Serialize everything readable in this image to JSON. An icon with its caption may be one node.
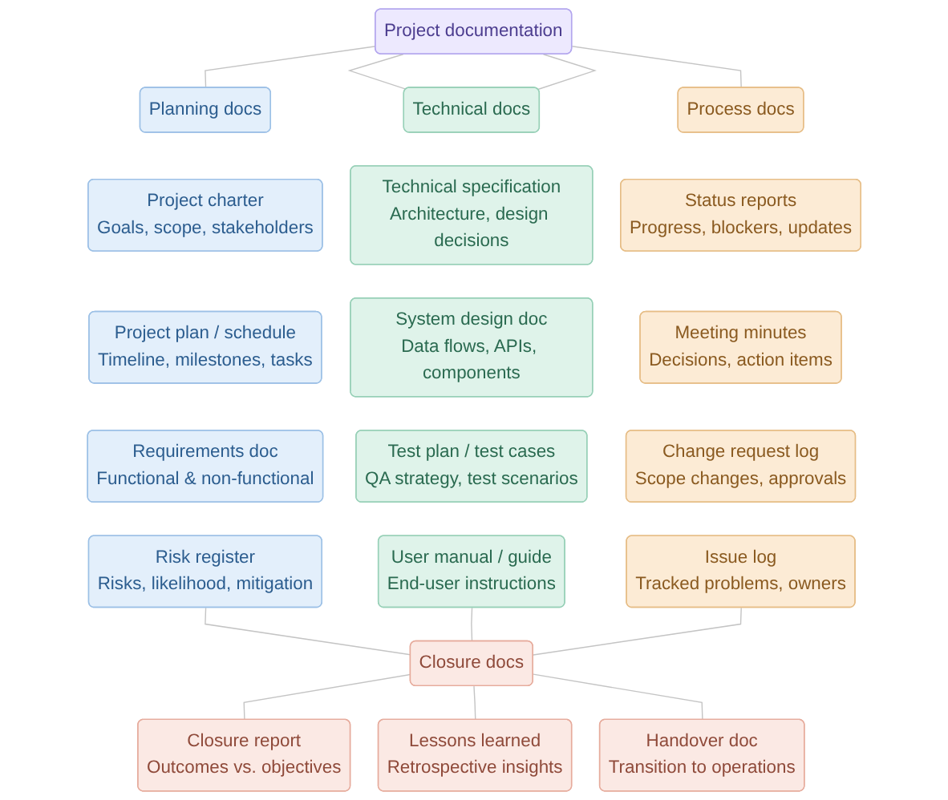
{
  "diagram": {
    "nodes": [
      {
        "text": [
          "Project documentation"
        ]
      },
      {
        "text": [
          "Planning docs"
        ]
      },
      {
        "text": [
          "Technical docs"
        ]
      },
      {
        "text": [
          "Process docs"
        ]
      },
      {
        "text": [
          "Project charter",
          "Goals, scope, stakeholders"
        ]
      },
      {
        "text": [
          "Technical specification",
          "Architecture, design decisions"
        ]
      },
      {
        "text": [
          "Status reports",
          "Progress, blockers, updates"
        ]
      },
      {
        "text": [
          "Project plan / schedule",
          "Timeline, milestones, tasks"
        ]
      },
      {
        "text": [
          "System design doc",
          "Data flows, APIs, components"
        ]
      },
      {
        "text": [
          "Meeting minutes",
          "Decisions, action items"
        ]
      },
      {
        "text": [
          "Requirements doc",
          "Functional & non-functional"
        ]
      },
      {
        "text": [
          "Test plan / test cases",
          "QA strategy, test scenarios"
        ]
      },
      {
        "text": [
          "Change request log",
          "Scope changes, approvals"
        ]
      },
      {
        "text": [
          "Risk register",
          "Risks, likelihood, mitigation"
        ]
      },
      {
        "text": [
          "User manual / guide",
          "End-user instructions"
        ]
      },
      {
        "text": [
          "Issue log",
          "Tracked problems, owners"
        ]
      },
      {
        "text": [
          "Closure docs"
        ]
      },
      {
        "text": [
          "Closure report",
          "Outcomes vs. objectives"
        ]
      },
      {
        "text": [
          "Lessons learned",
          "Retrospective insights"
        ]
      },
      {
        "text": [
          "Handover doc",
          "Transition to operations"
        ]
      }
    ],
    "edges": [
      {
        "from": 0,
        "to": 1,
        "arrow": "none"
      },
      {
        "from": 0,
        "to": 2,
        "arrow": "none"
      },
      {
        "from": 0,
        "to": 2,
        "arrow": "none"
      },
      {
        "from": 0,
        "to": 3,
        "arrow": "none"
      },
      {
        "from": 13,
        "to": 16,
        "arrow": "none"
      },
      {
        "from": 14,
        "to": 16,
        "arrow": "none"
      },
      {
        "from": 15,
        "to": 16,
        "arrow": "none"
      },
      {
        "from": 16,
        "to": 17,
        "arrow": "none"
      },
      {
        "from": 16,
        "to": 18,
        "arrow": "none"
      },
      {
        "from": 16,
        "to": 19,
        "arrow": "none"
      }
    ]
  }
}
